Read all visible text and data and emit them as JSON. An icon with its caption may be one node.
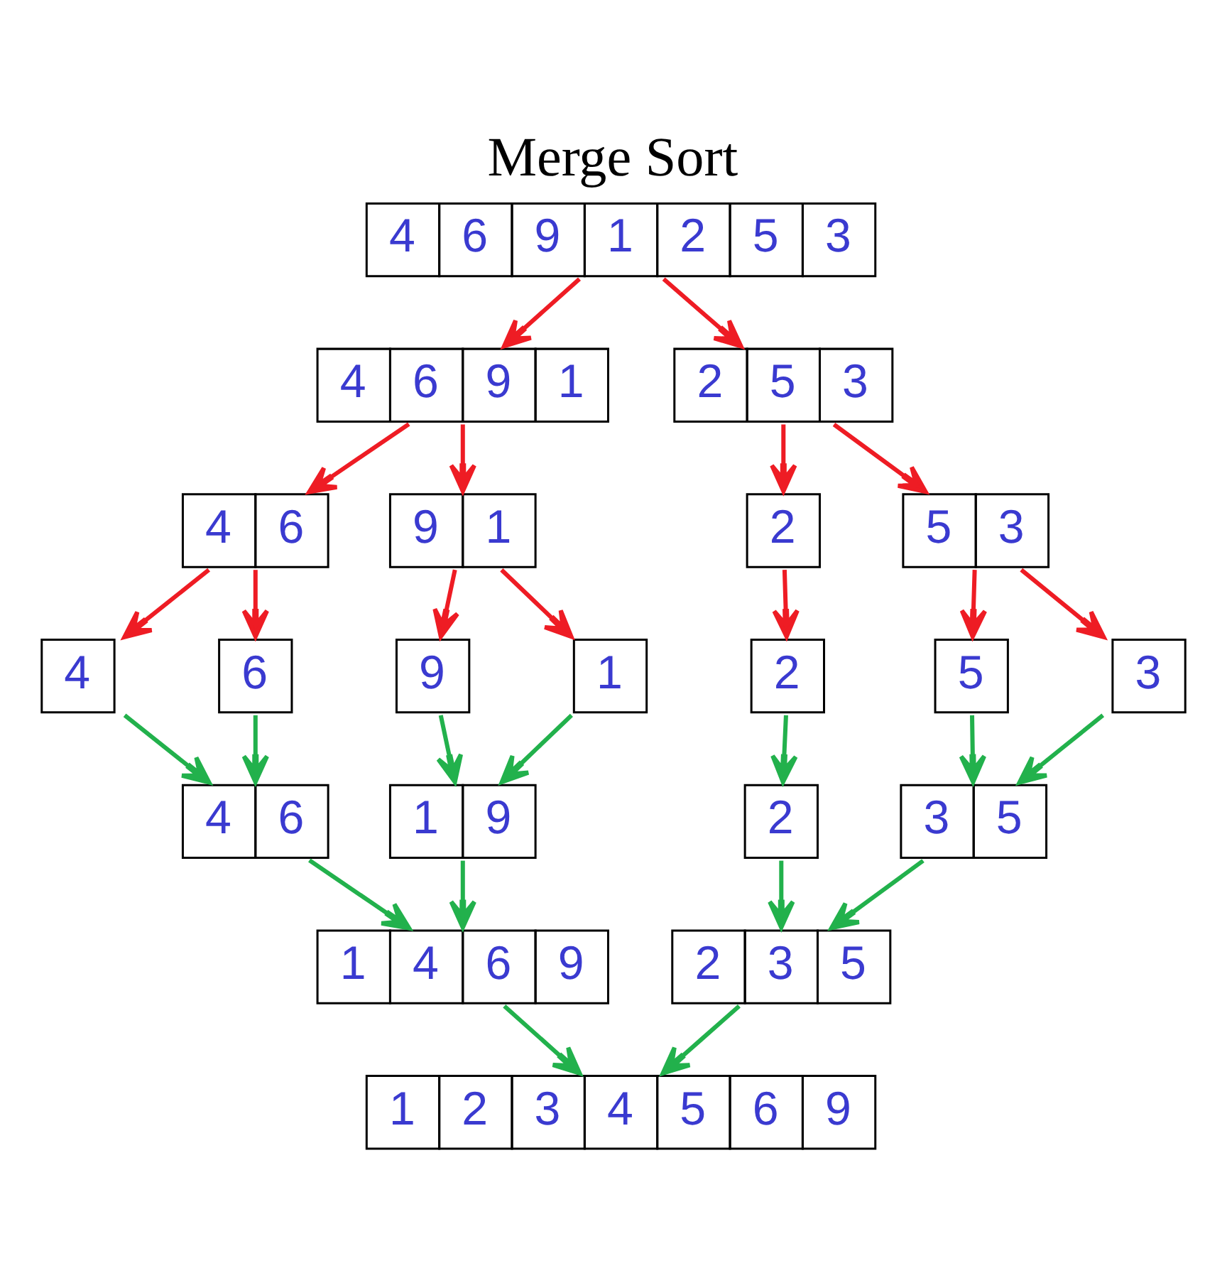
{
  "diagram": {
    "title": "Merge Sort",
    "nodes": [
      {
        "text": [
          "4",
          "6",
          "9",
          "1",
          "2",
          "5",
          "3"
        ]
      },
      {
        "text": [
          "4",
          "6",
          "9",
          "1"
        ]
      },
      {
        "text": [
          "2",
          "5",
          "3"
        ]
      },
      {
        "text": [
          "4",
          "6"
        ]
      },
      {
        "text": [
          "9",
          "1"
        ]
      },
      {
        "text": [
          "2"
        ]
      },
      {
        "text": [
          "5",
          "3"
        ]
      },
      {
        "text": [
          "4"
        ]
      },
      {
        "text": [
          "6"
        ]
      },
      {
        "text": [
          "9"
        ]
      },
      {
        "text": [
          "1"
        ]
      },
      {
        "text": [
          "2"
        ]
      },
      {
        "text": [
          "5"
        ]
      },
      {
        "text": [
          "3"
        ]
      },
      {
        "text": [
          "4",
          "6"
        ]
      },
      {
        "text": [
          "1",
          "9"
        ]
      },
      {
        "text": [
          "2"
        ]
      },
      {
        "text": [
          "3",
          "5"
        ]
      },
      {
        "text": [
          "1",
          "4",
          "6",
          "9"
        ]
      },
      {
        "text": [
          "2",
          "3",
          "5"
        ]
      },
      {
        "text": [
          "1",
          "2",
          "3",
          "4",
          "5",
          "6",
          "9"
        ]
      }
    ],
    "edges": [
      {
        "from": 0,
        "to": 1,
        "arrow": "to",
        "color": "#ee1c24"
      },
      {
        "from": 0,
        "to": 2,
        "arrow": "to",
        "color": "#ee1c24"
      },
      {
        "from": 1,
        "to": 3,
        "arrow": "to",
        "color": "#ee1c24"
      },
      {
        "from": 1,
        "to": 4,
        "arrow": "to",
        "color": "#ee1c24"
      },
      {
        "from": 2,
        "to": 5,
        "arrow": "to",
        "color": "#ee1c24"
      },
      {
        "from": 2,
        "to": 6,
        "arrow": "to",
        "color": "#ee1c24"
      },
      {
        "from": 3,
        "to": 7,
        "arrow": "to",
        "color": "#ee1c24"
      },
      {
        "from": 3,
        "to": 8,
        "arrow": "to",
        "color": "#ee1c24"
      },
      {
        "from": 4,
        "to": 9,
        "arrow": "to",
        "color": "#ee1c24"
      },
      {
        "from": 4,
        "to": 10,
        "arrow": "to",
        "color": "#ee1c24"
      },
      {
        "from": 5,
        "to": 11,
        "arrow": "to",
        "color": "#ee1c24"
      },
      {
        "from": 6,
        "to": 12,
        "arrow": "to",
        "color": "#ee1c24"
      },
      {
        "from": 6,
        "to": 13,
        "arrow": "to",
        "color": "#ee1c24"
      },
      {
        "from": 7,
        "to": 14,
        "arrow": "to",
        "color": "#22b14c"
      },
      {
        "from": 8,
        "to": 14,
        "arrow": "to",
        "color": "#22b14c"
      },
      {
        "from": 9,
        "to": 15,
        "arrow": "to",
        "color": "#22b14c"
      },
      {
        "from": 10,
        "to": 15,
        "arrow": "to",
        "color": "#22b14c"
      },
      {
        "from": 11,
        "to": 16,
        "arrow": "to",
        "color": "#22b14c"
      },
      {
        "from": 12,
        "to": 17,
        "arrow": "to",
        "color": "#22b14c"
      },
      {
        "from": 13,
        "to": 17,
        "arrow": "to",
        "color": "#22b14c"
      },
      {
        "from": 14,
        "to": 18,
        "arrow": "to",
        "color": "#22b14c"
      },
      {
        "from": 15,
        "to": 18,
        "arrow": "to",
        "color": "#22b14c"
      },
      {
        "from": 16,
        "to": 19,
        "arrow": "to",
        "color": "#22b14c"
      },
      {
        "from": 17,
        "to": 19,
        "arrow": "to",
        "color": "#22b14c"
      },
      {
        "from": 18,
        "to": 20,
        "arrow": "to",
        "color": "#22b14c"
      },
      {
        "from": 19,
        "to": 20,
        "arrow": "to",
        "color": "#22b14c"
      }
    ]
  }
}
